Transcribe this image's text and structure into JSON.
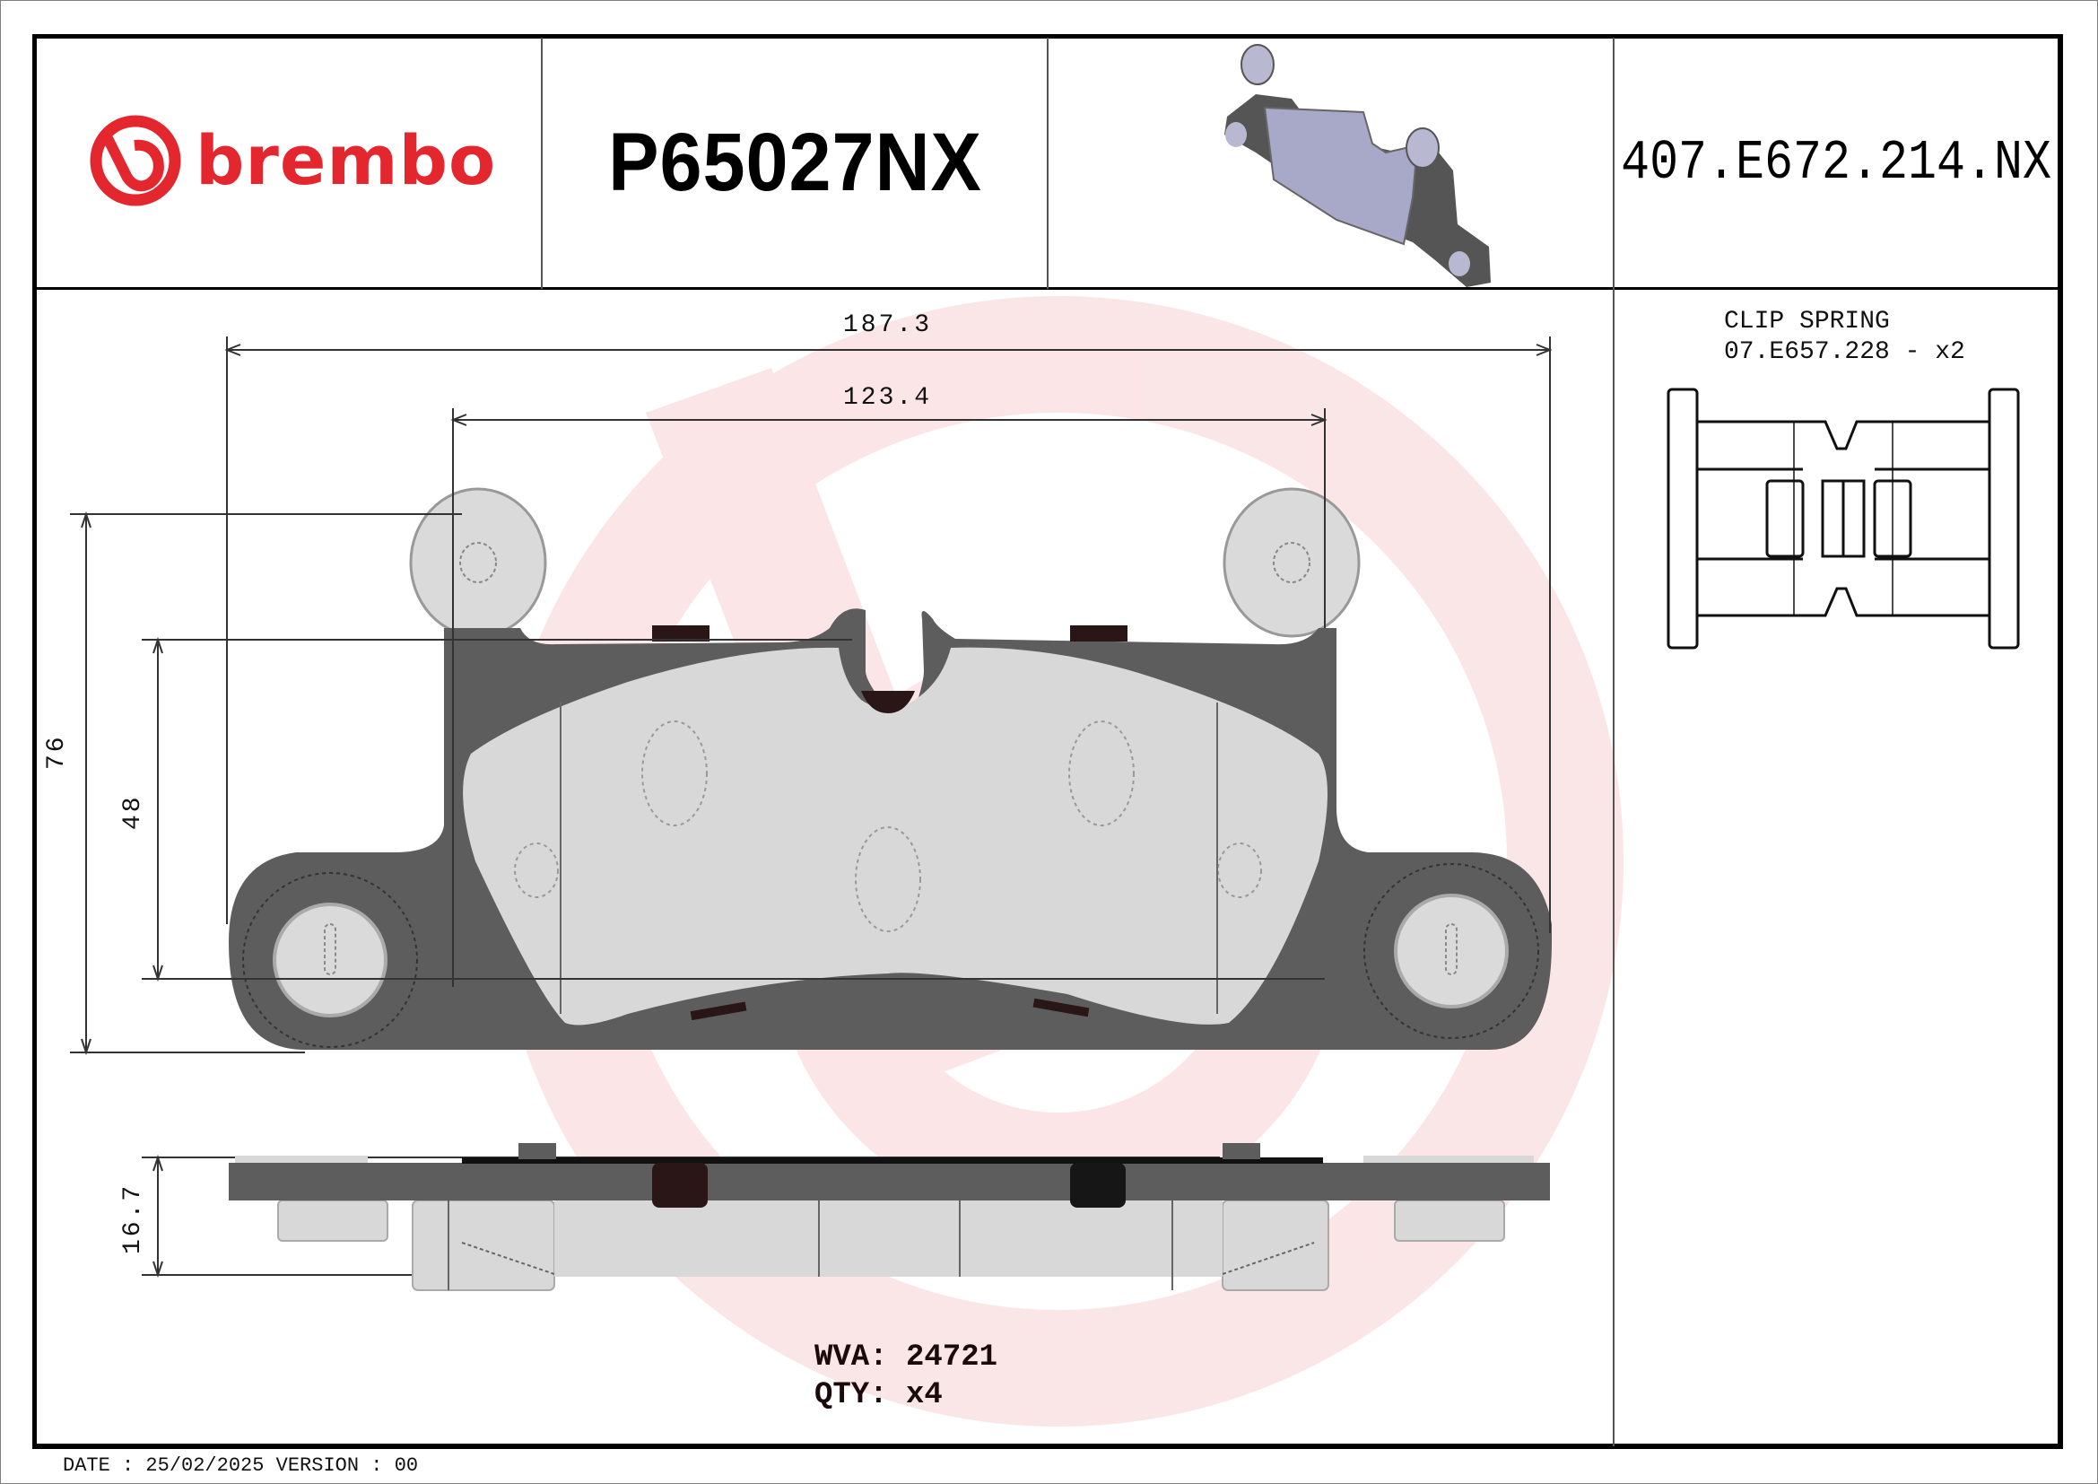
{
  "header": {
    "brand": "brembo",
    "part_number": "P65027NX",
    "reference_code": "407.E672.214.NX"
  },
  "accessory": {
    "title": "CLIP SPRING",
    "code": "07.E657.228 - x2"
  },
  "dimensions": {
    "overall_width": "187.3",
    "friction_width": "123.4",
    "overall_height": "76",
    "friction_height": "48",
    "thickness": "16.7"
  },
  "info": {
    "wva_label": "WVA:",
    "wva_value": "24721",
    "qty_label": "QTY:",
    "qty_value": "x4"
  },
  "footer": {
    "date_label": "DATE :",
    "date": "25/02/2025",
    "version_label": "VERSION :",
    "version": "00"
  },
  "colors": {
    "brand_red": "#e4262e",
    "backing_plate": "#5d5d5d",
    "friction_material": "#d8d8d8",
    "watermark": "#fbe3e4",
    "shim_dark": "#2a1616"
  }
}
